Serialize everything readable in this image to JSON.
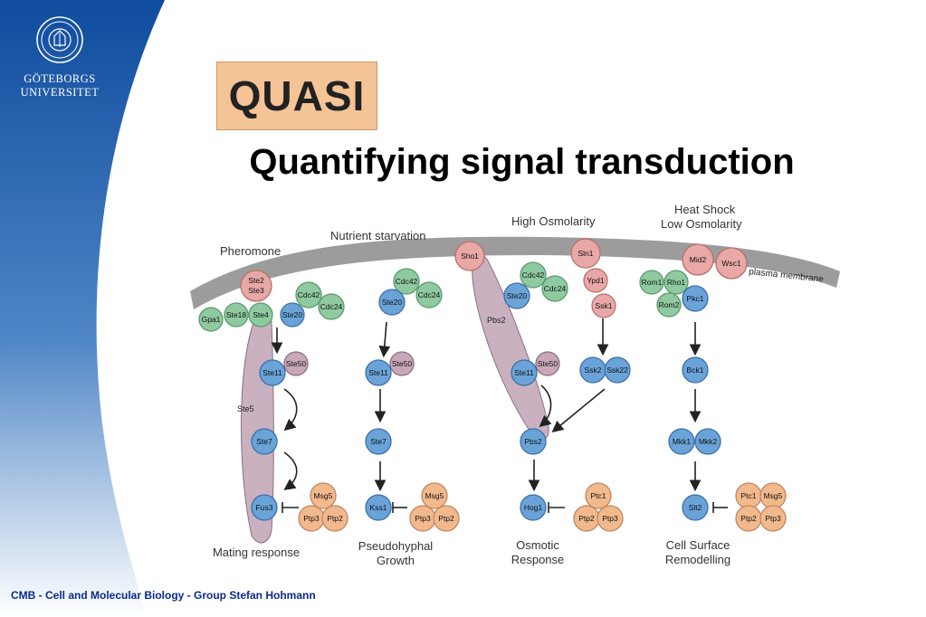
{
  "university": {
    "line1": "GÖTEBORGS",
    "line2": "UNIVERSITET"
  },
  "logo": {
    "text": "QUASI"
  },
  "title": "Quantifying signal transduction",
  "footer": "CMB - Cell and Molecular Biology - Group Stefan Hohmann",
  "colors": {
    "blue_panel": "#1556a8",
    "membrane": "#9c9c9c",
    "protein_blue": "#6aa3d8",
    "protein_green": "#8fc9a0",
    "protein_pink": "#e7a8a6",
    "protein_orange": "#f2b98d",
    "protein_mauve": "#c8a8b8",
    "scaffold": "#c9b1c0"
  },
  "diagram": {
    "stimuli": {
      "pheromone": "Pheromone",
      "nutrient": "Nutrient starvation",
      "osmo": "High Osmolarity",
      "heat1": "Heat Shock",
      "heat2": "Low Osmolarity"
    },
    "membrane_label": "plasma membrane",
    "scaffolds": {
      "ste5": "Ste5",
      "pbs2": "Pbs2"
    },
    "responses": {
      "mating": "Mating response",
      "pseudo1": "Pseudohyphal",
      "pseudo2": "Growth",
      "osmo1": "Osmotic",
      "osmo2": "Response",
      "cell1": "Cell Surface",
      "cell2": "Remodelling"
    },
    "proteins": {
      "ste2": "Ste2",
      "ste3": "Ste3",
      "gpa1": "Gpa1",
      "ste18": "Ste18",
      "ste4": "Ste4",
      "ste20a": "Ste20",
      "cdc42a": "Cdc42",
      "cdc24a": "Cdc24",
      "ste50a": "Ste50",
      "ste11a": "Ste11",
      "ste7a": "Ste7",
      "fus3": "Fus3",
      "msg5a": "Msg5",
      "ptp3a": "Ptp3",
      "ptp2a": "Ptp2",
      "cdc42b": "Cdc42",
      "cdc24b": "Cdc24",
      "ste20b": "Ste20",
      "ste50b": "Ste50",
      "ste11b": "Ste11",
      "ste7b": "Ste7",
      "kss1": "Kss1",
      "msg5b": "Msg5",
      "ptp3b": "Ptp3",
      "ptp2b": "Ptp2",
      "sho1": "Sho1",
      "cdc42c": "Cdc42",
      "cdc24c": "Cdc24",
      "ste20c": "Ste20",
      "ste50c": "Ste50",
      "ste11c": "Ste11",
      "pbs2node": "Pbs2",
      "hog1": "Hog1",
      "ptc1a": "Ptc1",
      "ptp2c": "Ptp2",
      "ptp3c": "Ptp3",
      "sln1": "Sln1",
      "ypd1": "Ypd1",
      "ssk1": "Ssk1",
      "ssk2": "Ssk2",
      "ssk22": "Ssk22",
      "mid2": "Mid2",
      "wsc1": "Wsc1",
      "rom1": "Rom1",
      "rho1": "Rho1",
      "rom2": "Rom2",
      "pkc1": "Pkc1",
      "bck1": "Bck1",
      "mkk1": "Mkk1",
      "mkk2": "Mkk2",
      "slt2": "Slt2",
      "ptc1b": "Ptc1",
      "msg5c": "Msg5",
      "ptp2d": "Ptp2",
      "ptp3d": "Ptp3"
    }
  }
}
